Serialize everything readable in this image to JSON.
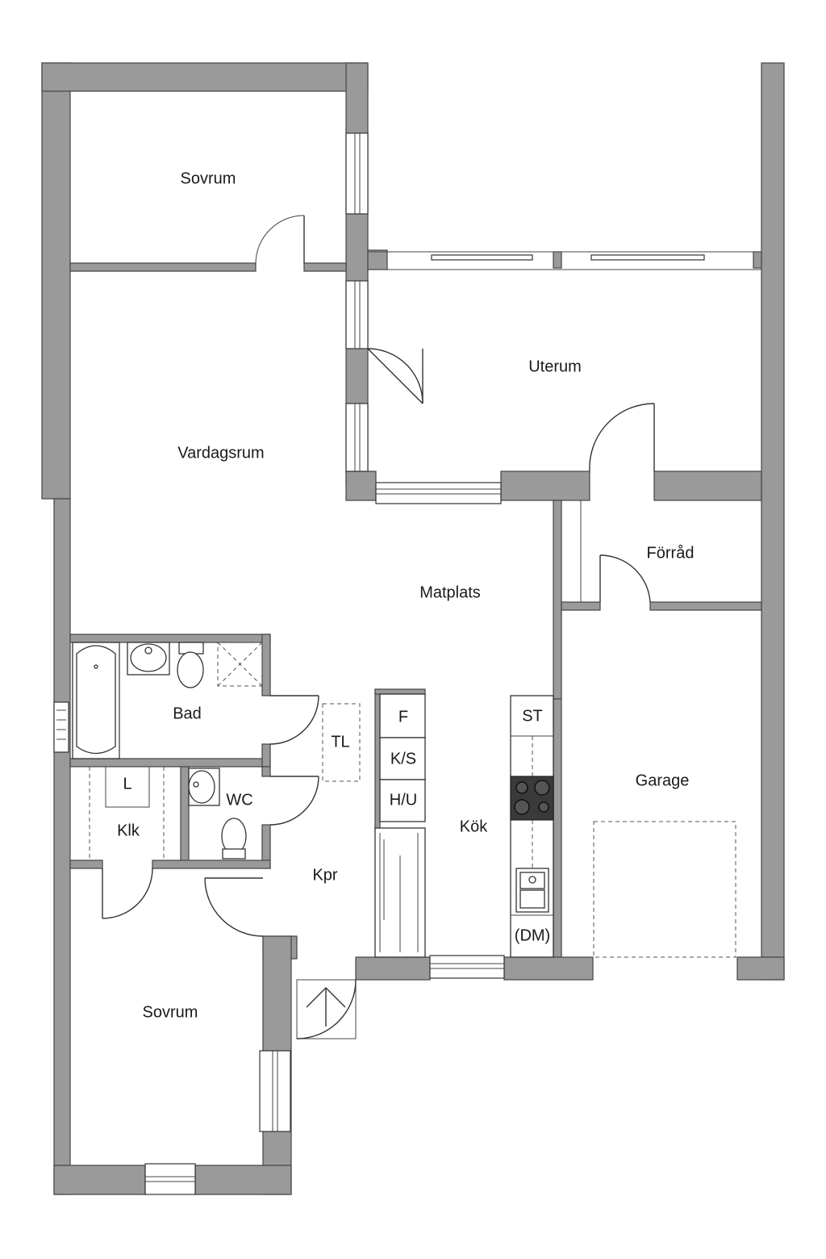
{
  "rooms": {
    "sovrum_top": "Sovrum",
    "uterum": "Uterum",
    "vardagsrum": "Vardagsrum",
    "forrad": "Förråd",
    "matplats": "Matplats",
    "bad": "Bad",
    "tl": "TL",
    "garage": "Garage",
    "klk": "Klk",
    "wc": "WC",
    "kok": "Kök",
    "kpr": "Kpr",
    "sovrum_bottom": "Sovrum"
  },
  "fixtures": {
    "laundry": "L",
    "fridge": "F",
    "fridge_freezer": "K/S",
    "cabinet": "H/U",
    "stove_cabinet": "ST",
    "dishwasher": "(DM)"
  },
  "colors": {
    "wall": "#9a9a9a",
    "background": "#ffffff",
    "outline": "#333333"
  }
}
